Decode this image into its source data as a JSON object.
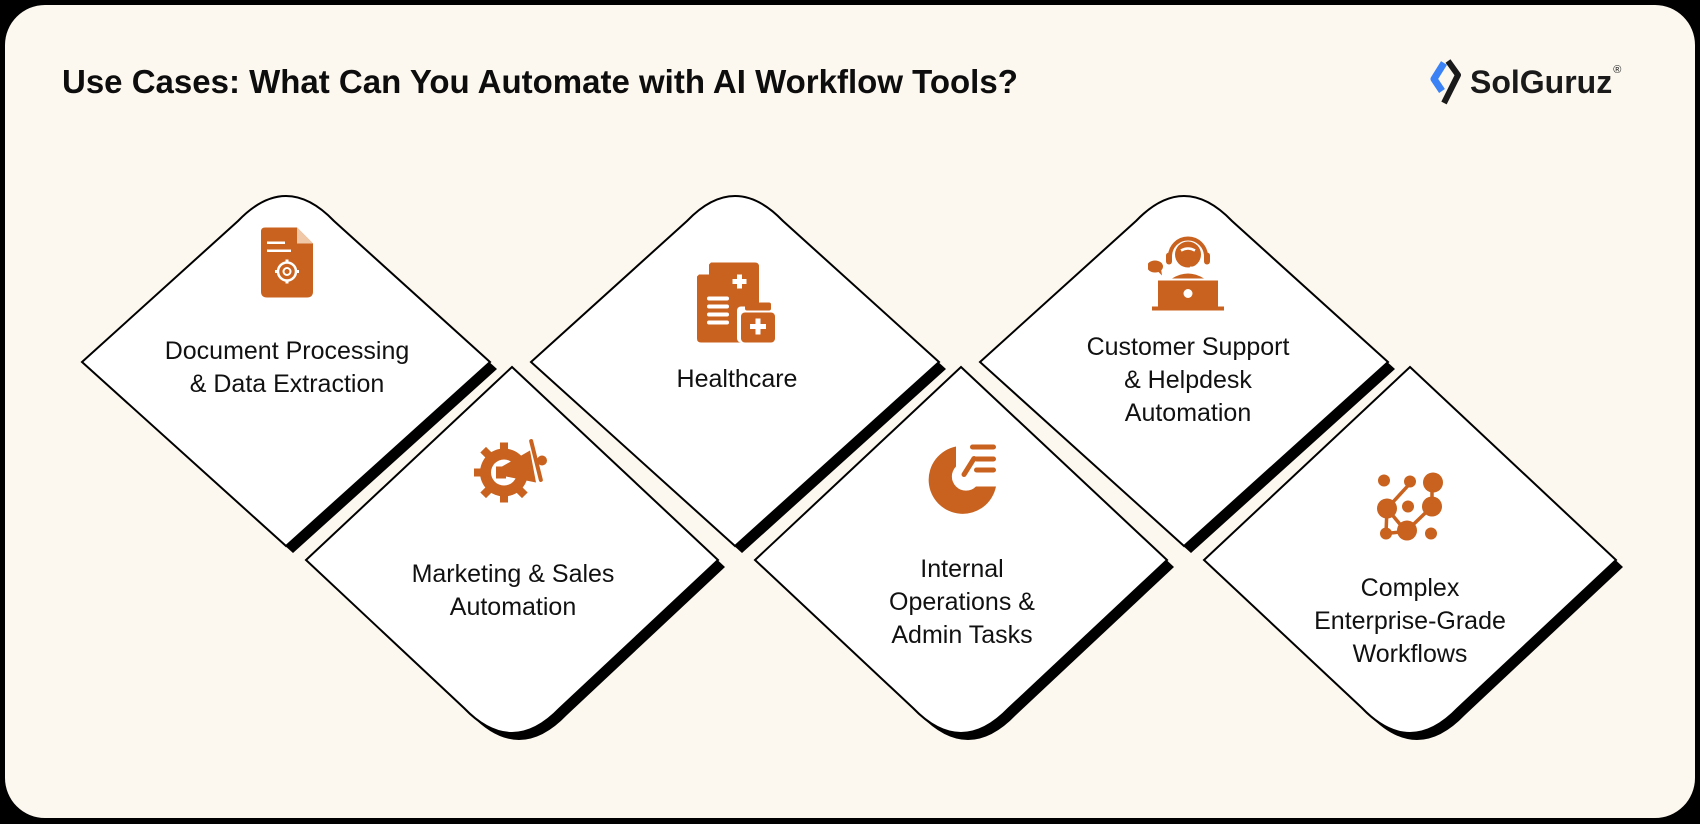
{
  "header": {
    "title": "Use Cases: What Can You Automate with AI Workflow Tools?"
  },
  "logo": {
    "name": "SolGuruz",
    "registered_mark": "®",
    "colors": {
      "blue": "#3b82f6",
      "dark": "#1a1a1a"
    }
  },
  "colors": {
    "background": "#fcf8ef",
    "accent": "#c8621e",
    "tile": "#ffffff",
    "outline": "#000000"
  },
  "use_cases": [
    {
      "label_lines": [
        "Document Processing",
        "& Data Extraction"
      ],
      "icon": "document-gear-icon"
    },
    {
      "label_lines": [
        "Marketing & Sales",
        "Automation"
      ],
      "icon": "megaphone-gear-icon"
    },
    {
      "label_lines": [
        "Healthcare"
      ],
      "icon": "medical-record-icon"
    },
    {
      "label_lines": [
        "Internal",
        "Operations &",
        "Admin Tasks"
      ],
      "icon": "operations-chart-icon"
    },
    {
      "label_lines": [
        "Customer Support",
        "& Helpdesk",
        "Automation"
      ],
      "icon": "support-agent-icon"
    },
    {
      "label_lines": [
        "Complex",
        "Enterprise-Grade",
        "Workflows"
      ],
      "icon": "network-nodes-icon"
    }
  ]
}
